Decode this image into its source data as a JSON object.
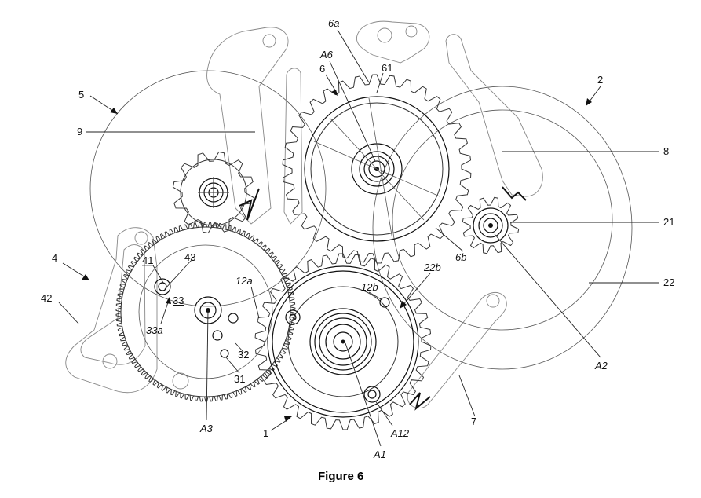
{
  "figure": {
    "caption": "Figure 6",
    "labels": {
      "n1": "1",
      "n2": "2",
      "n4": "4",
      "n5": "5",
      "n6": "6",
      "n7": "7",
      "n8": "8",
      "n9": "9",
      "n21": "21",
      "n22": "22",
      "n22b": "22b",
      "n31": "31",
      "n32": "32",
      "n33": "33",
      "n33a": "33a",
      "n41": "41",
      "n42": "42",
      "n43": "43",
      "n61": "61",
      "n6a": "6a",
      "n6b": "6b",
      "n12a": "12a",
      "n12b": "12b",
      "A1": "A1",
      "A2": "A2",
      "A3": "A3",
      "A6": "A6",
      "A12": "A12"
    }
  }
}
